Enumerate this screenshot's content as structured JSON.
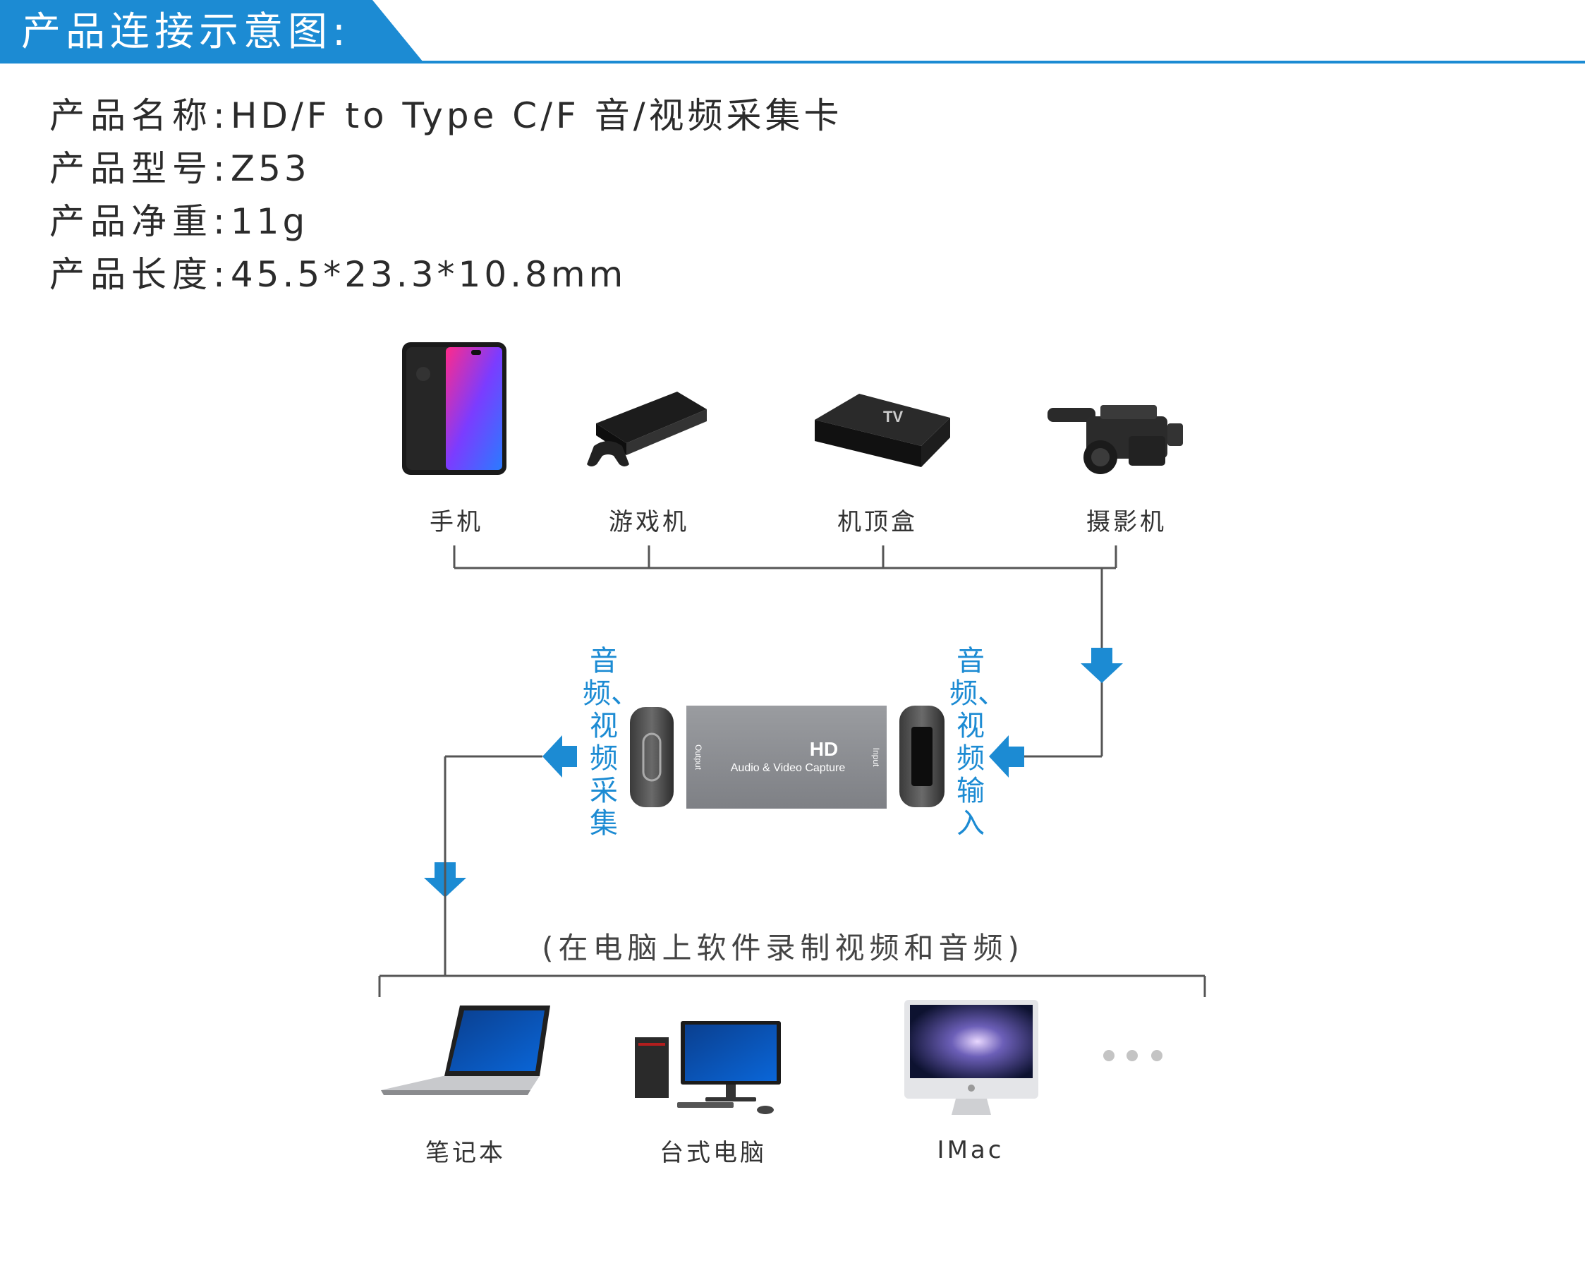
{
  "header": {
    "title": "产品连接示意图:"
  },
  "specs": [
    {
      "key": "产品名称:",
      "value": "HD/F to Type C/F 音/视频采集卡"
    },
    {
      "key": "产品型号:",
      "value": "Z53"
    },
    {
      "key": "产品净重:",
      "value": "11g"
    },
    {
      "key": "产品长度:",
      "value": "45.5*23.3*10.8mm"
    }
  ],
  "sources": [
    {
      "label": "手机",
      "icon": "smartphone-icon"
    },
    {
      "label": "游戏机",
      "icon": "game-console-icon"
    },
    {
      "label": "机顶盒",
      "icon": "set-top-box-icon"
    },
    {
      "label": "摄影机",
      "icon": "camcorder-icon"
    }
  ],
  "device": {
    "brand": "HD",
    "subtitle": "Audio & Video Capture",
    "output_label": "Output",
    "input_label": "Input",
    "left_caption": "音频、视频采集",
    "right_caption": "音频、视频输入"
  },
  "note": "(在电脑上软件录制视频和音频)",
  "targets": [
    {
      "label": "笔记本",
      "icon": "laptop-icon"
    },
    {
      "label": "台式电脑",
      "icon": "desktop-computer-icon"
    },
    {
      "label": "IMac",
      "icon": "imac-icon"
    }
  ],
  "colors": {
    "accent": "#1c8bd3",
    "line": "#555555",
    "device_body": "#8e9094"
  }
}
